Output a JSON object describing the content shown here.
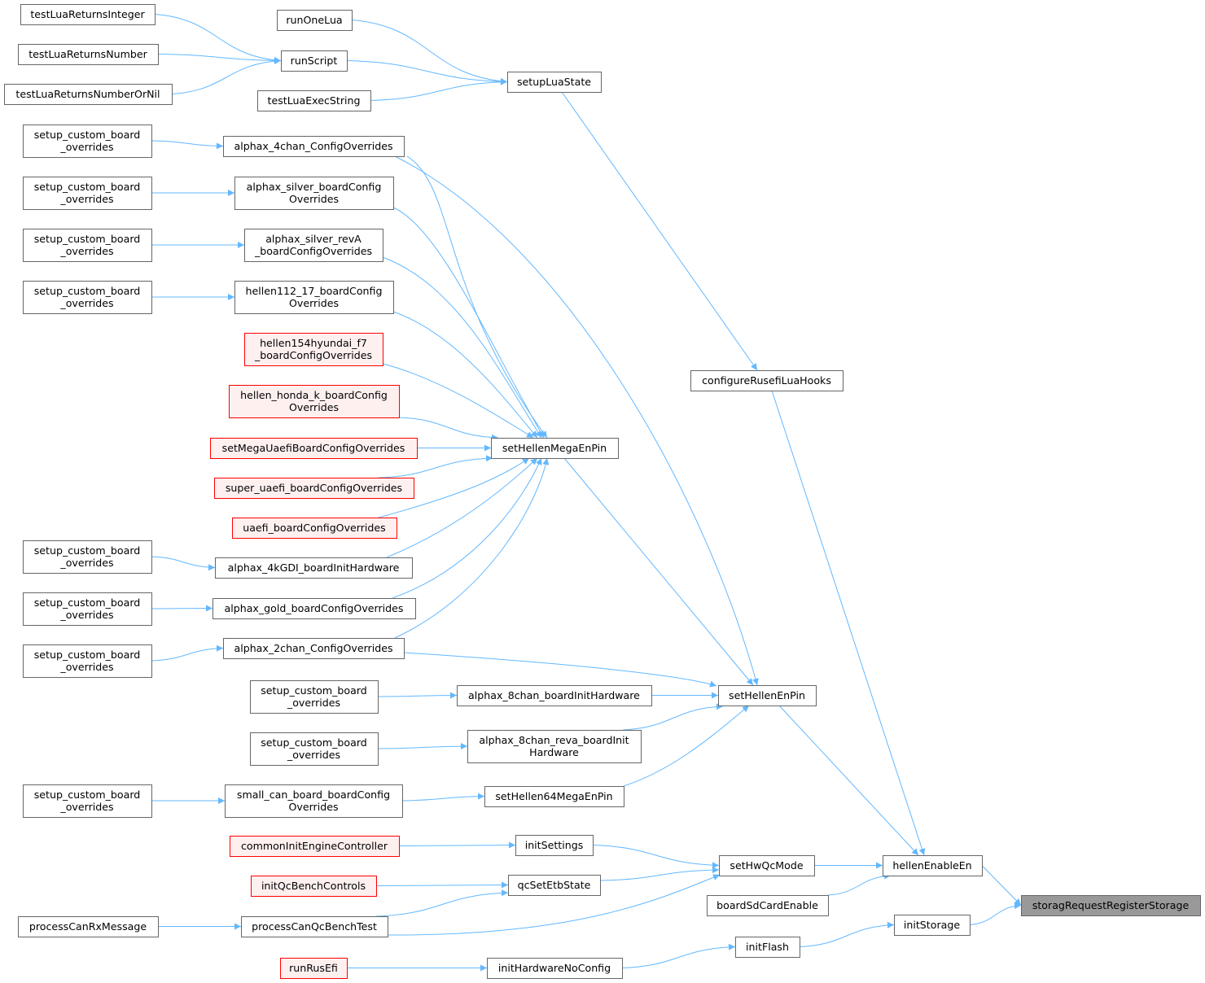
{
  "colors": {
    "edge": "#63b8ff",
    "node_border": "#666666",
    "red_border": "#ff0000",
    "red_fill": "#fff0f0",
    "root_fill": "#999999"
  },
  "nodes": [
    {
      "id": "tlri",
      "lines": [
        "testLuaReturnsInteger"
      ],
      "style": "normal"
    },
    {
      "id": "tlrn",
      "lines": [
        "testLuaReturnsNumber"
      ],
      "style": "normal"
    },
    {
      "id": "tlrnn",
      "lines": [
        "testLuaReturnsNumberOrNil"
      ],
      "style": "normal"
    },
    {
      "id": "rol",
      "lines": [
        "runOneLua"
      ],
      "style": "normal"
    },
    {
      "id": "rs",
      "lines": [
        "runScript"
      ],
      "style": "normal"
    },
    {
      "id": "tles",
      "lines": [
        "testLuaExecString"
      ],
      "style": "normal"
    },
    {
      "id": "sls",
      "lines": [
        "setupLuaState"
      ],
      "style": "normal"
    },
    {
      "id": "scb1",
      "lines": [
        "setup_custom_board",
        "_overrides"
      ],
      "style": "normal"
    },
    {
      "id": "scb2",
      "lines": [
        "setup_custom_board",
        "_overrides"
      ],
      "style": "normal"
    },
    {
      "id": "scb3",
      "lines": [
        "setup_custom_board",
        "_overrides"
      ],
      "style": "normal"
    },
    {
      "id": "scb4",
      "lines": [
        "setup_custom_board",
        "_overrides"
      ],
      "style": "normal"
    },
    {
      "id": "scb5",
      "lines": [
        "setup_custom_board",
        "_overrides"
      ],
      "style": "normal"
    },
    {
      "id": "scb6",
      "lines": [
        "setup_custom_board",
        "_overrides"
      ],
      "style": "normal"
    },
    {
      "id": "scb7",
      "lines": [
        "setup_custom_board",
        "_overrides"
      ],
      "style": "normal"
    },
    {
      "id": "a4c",
      "lines": [
        "alphax_4chan_ConfigOverrides"
      ],
      "style": "normal"
    },
    {
      "id": "asb",
      "lines": [
        "alphax_silver_boardConfig",
        "Overrides"
      ],
      "style": "normal"
    },
    {
      "id": "asr",
      "lines": [
        "alphax_silver_revA",
        "_boardConfigOverrides"
      ],
      "style": "normal"
    },
    {
      "id": "h112",
      "lines": [
        "hellen112_17_boardConfig",
        "Overrides"
      ],
      "style": "normal"
    },
    {
      "id": "h154",
      "lines": [
        "hellen154hyundai_f7",
        "_boardConfigOverrides"
      ],
      "style": "red"
    },
    {
      "id": "hhk",
      "lines": [
        "hellen_honda_k_boardConfig",
        "Overrides"
      ],
      "style": "red"
    },
    {
      "id": "smu",
      "lines": [
        "setMegaUaefiBoardConfigOverrides"
      ],
      "style": "red"
    },
    {
      "id": "sue",
      "lines": [
        "super_uaefi_boardConfigOverrides"
      ],
      "style": "red"
    },
    {
      "id": "ue",
      "lines": [
        "uaefi_boardConfigOverrides"
      ],
      "style": "red"
    },
    {
      "id": "a4k",
      "lines": [
        "alphax_4kGDI_boardInitHardware"
      ],
      "style": "normal"
    },
    {
      "id": "ag",
      "lines": [
        "alphax_gold_boardConfigOverrides"
      ],
      "style": "normal"
    },
    {
      "id": "a2c",
      "lines": [
        "alphax_2chan_ConfigOverrides"
      ],
      "style": "normal"
    },
    {
      "id": "shm",
      "lines": [
        "setHellenMegaEnPin"
      ],
      "style": "normal"
    },
    {
      "id": "crlh",
      "lines": [
        "configureRusefiLuaHooks"
      ],
      "style": "normal"
    },
    {
      "id": "scb8",
      "lines": [
        "setup_custom_board",
        "_overrides"
      ],
      "style": "normal"
    },
    {
      "id": "scb9",
      "lines": [
        "setup_custom_board",
        "_overrides"
      ],
      "style": "normal"
    },
    {
      "id": "a8c",
      "lines": [
        "alphax_8chan_boardInitHardware"
      ],
      "style": "normal"
    },
    {
      "id": "a8r",
      "lines": [
        "alphax_8chan_reva_boardInit",
        "Hardware"
      ],
      "style": "normal"
    },
    {
      "id": "she",
      "lines": [
        "setHellenEnPin"
      ],
      "style": "normal"
    },
    {
      "id": "scb10",
      "lines": [
        "setup_custom_board",
        "_overrides"
      ],
      "style": "normal"
    },
    {
      "id": "scbb",
      "lines": [
        "small_can_board_boardConfig",
        "Overrides"
      ],
      "style": "normal"
    },
    {
      "id": "sh64",
      "lines": [
        "setHellen64MegaEnPin"
      ],
      "style": "normal"
    },
    {
      "id": "ciec",
      "lines": [
        "commonInitEngineController"
      ],
      "style": "red"
    },
    {
      "id": "is",
      "lines": [
        "initSettings"
      ],
      "style": "normal"
    },
    {
      "id": "iqbc",
      "lines": [
        "initQcBenchControls"
      ],
      "style": "red"
    },
    {
      "id": "qses",
      "lines": [
        "qcSetEtbState"
      ],
      "style": "normal"
    },
    {
      "id": "pcrm",
      "lines": [
        "processCanRxMessage"
      ],
      "style": "normal"
    },
    {
      "id": "pcqb",
      "lines": [
        "processCanQcBenchTest"
      ],
      "style": "normal"
    },
    {
      "id": "shqm",
      "lines": [
        "setHwQcMode"
      ],
      "style": "normal"
    },
    {
      "id": "bsce",
      "lines": [
        "boardSdCardEnable"
      ],
      "style": "normal"
    },
    {
      "id": "hee",
      "lines": [
        "hellenEnableEn"
      ],
      "style": "normal"
    },
    {
      "id": "ist",
      "lines": [
        "initStorage"
      ],
      "style": "normal"
    },
    {
      "id": "ifl",
      "lines": [
        "initFlash"
      ],
      "style": "normal"
    },
    {
      "id": "rre",
      "lines": [
        "runRusEfi"
      ],
      "style": "red"
    },
    {
      "id": "ihnc",
      "lines": [
        "initHardwareNoConfig"
      ],
      "style": "normal"
    },
    {
      "id": "srrs",
      "lines": [
        "storagRequestRegisterStorage"
      ],
      "style": "root"
    }
  ],
  "edges": [
    [
      "tlri",
      "rs"
    ],
    [
      "tlrn",
      "rs"
    ],
    [
      "tlrnn",
      "rs"
    ],
    [
      "rol",
      "sls"
    ],
    [
      "rs",
      "sls"
    ],
    [
      "tles",
      "sls"
    ],
    [
      "sls",
      "crlh"
    ],
    [
      "crlh",
      "hee"
    ],
    [
      "scb1",
      "a4c"
    ],
    [
      "scb2",
      "asb"
    ],
    [
      "scb3",
      "asr"
    ],
    [
      "scb4",
      "h112"
    ],
    [
      "scb5",
      "a4k"
    ],
    [
      "scb6",
      "ag"
    ],
    [
      "scb7",
      "a2c"
    ],
    [
      "a4c",
      "shm"
    ],
    [
      "a4c",
      "she"
    ],
    [
      "asb",
      "shm"
    ],
    [
      "asr",
      "shm"
    ],
    [
      "h112",
      "shm"
    ],
    [
      "h154",
      "shm"
    ],
    [
      "hhk",
      "shm"
    ],
    [
      "smu",
      "shm"
    ],
    [
      "sue",
      "shm"
    ],
    [
      "ue",
      "shm"
    ],
    [
      "a4k",
      "shm"
    ],
    [
      "ag",
      "shm"
    ],
    [
      "a2c",
      "shm"
    ],
    [
      "a2c",
      "she"
    ],
    [
      "shm",
      "she"
    ],
    [
      "scb8",
      "a8c"
    ],
    [
      "scb9",
      "a8r"
    ],
    [
      "scb10",
      "scbb"
    ],
    [
      "scbb",
      "sh64"
    ],
    [
      "a8c",
      "she"
    ],
    [
      "a8r",
      "she"
    ],
    [
      "sh64",
      "she"
    ],
    [
      "she",
      "hee"
    ],
    [
      "ciec",
      "is"
    ],
    [
      "is",
      "shqm"
    ],
    [
      "iqbc",
      "qses"
    ],
    [
      "qses",
      "shqm"
    ],
    [
      "pcrm",
      "pcqb"
    ],
    [
      "pcqb",
      "qses"
    ],
    [
      "pcqb",
      "shqm"
    ],
    [
      "shqm",
      "hee"
    ],
    [
      "bsce",
      "hee"
    ],
    [
      "hee",
      "srrs"
    ],
    [
      "ist",
      "srrs"
    ],
    [
      "ifl",
      "ist"
    ],
    [
      "rre",
      "ihnc"
    ],
    [
      "ihnc",
      "ifl"
    ]
  ]
}
